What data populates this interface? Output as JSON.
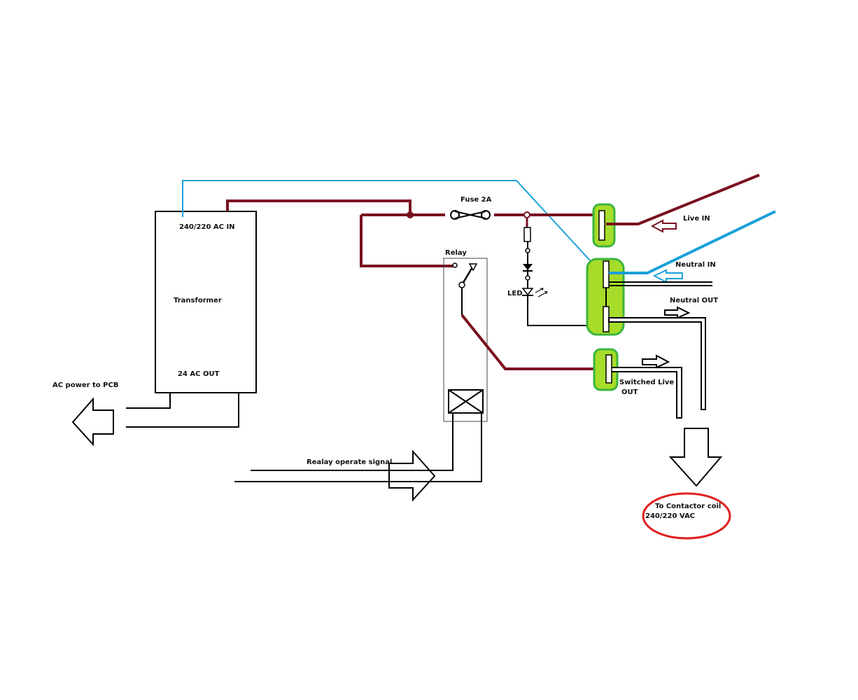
{
  "labels": {
    "ac_in": "240/220 AC IN",
    "transformer": "Transformer",
    "ac_out": "24 AC OUT",
    "ac_power_pcb": "AC power to PCB",
    "fuse": "Fuse 2A",
    "relay": "Relay",
    "led": "LED",
    "live_in": "Live IN",
    "neutral_in": "Neutral IN",
    "neutral_out": "Neutral OUT",
    "switched_live_1": "Switched Live",
    "switched_live_2": "OUT",
    "relay_signal": "Realay operate signal",
    "contactor_1": "To Contactor coil",
    "contactor_2": "240/220 VAC"
  },
  "colors": {
    "live": "#7a1020",
    "neutral": "#1aa0d8",
    "terminal_fill": "#a6dc2a",
    "terminal_border": "#3cb43c",
    "ellipse": "#e02020",
    "wire": "#000000"
  }
}
